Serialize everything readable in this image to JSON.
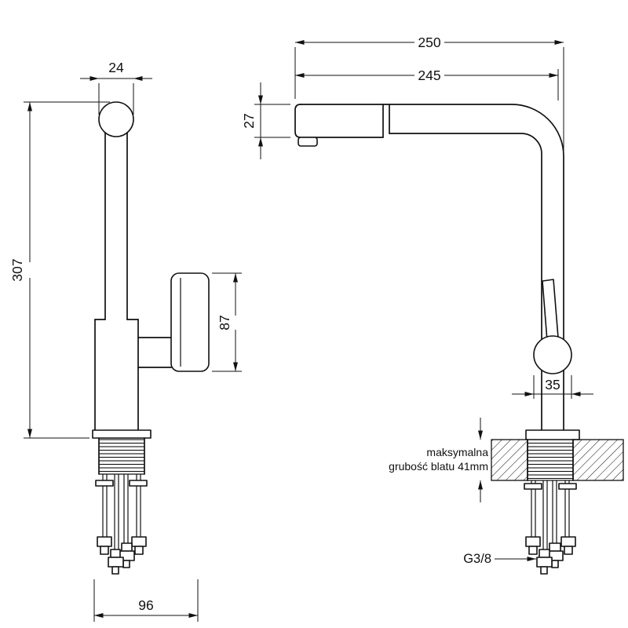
{
  "drawing": {
    "background": "#ffffff",
    "ink": "#111111",
    "front_view": {
      "dim_spout_width": "24",
      "dim_total_height": "307",
      "dim_spout_drop": "87",
      "dim_base_depth": "96"
    },
    "side_view": {
      "dim_total_depth": "250",
      "dim_spout_reach": "245",
      "dim_spout_thickness": "27",
      "dim_handle_width": "35",
      "note_line1": "maksymalna",
      "note_line2": "grubość blatu 41mm",
      "thread_label": "G3/8"
    }
  }
}
